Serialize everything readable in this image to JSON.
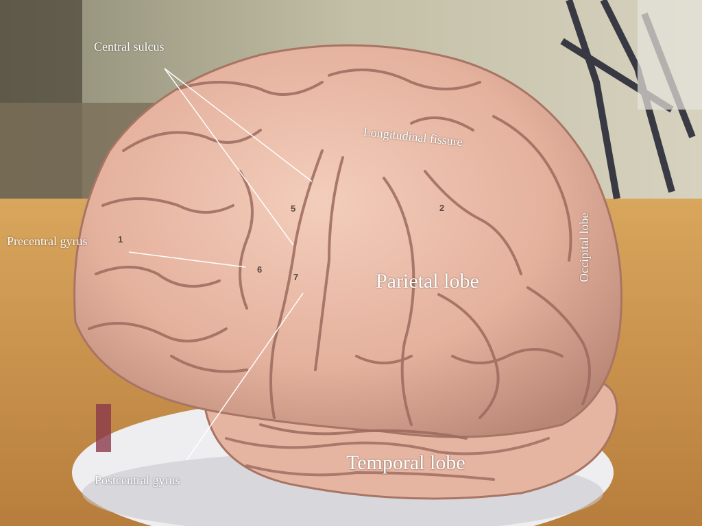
{
  "photo": {
    "subject": "brain-model-lateral-view",
    "colors": {
      "brain": "#e9b9a6",
      "brain_shadow": "#b98676",
      "sulcus": "#9c6b5e",
      "wall": "#b9b59e",
      "table": "#d4a05a",
      "stand": "#eeeef0",
      "label_text": "#ffffff",
      "pointer_line": "#ffffff"
    }
  },
  "labels": {
    "central_sulcus": "Central sulcus",
    "precentral_gyrus": "Precentral gyrus",
    "postcentral_gyrus": "Postcentral gyrus",
    "longitudinal_fissure": "Longitudinal fissure",
    "occipital_lobe": "Occipital lobe",
    "parietal_lobe": "Parietal lobe",
    "temporal_lobe": "Temporal lobe"
  },
  "model_numbers": {
    "n1": "1",
    "n2": "2",
    "n5": "5",
    "n6": "6",
    "n7": "7"
  }
}
